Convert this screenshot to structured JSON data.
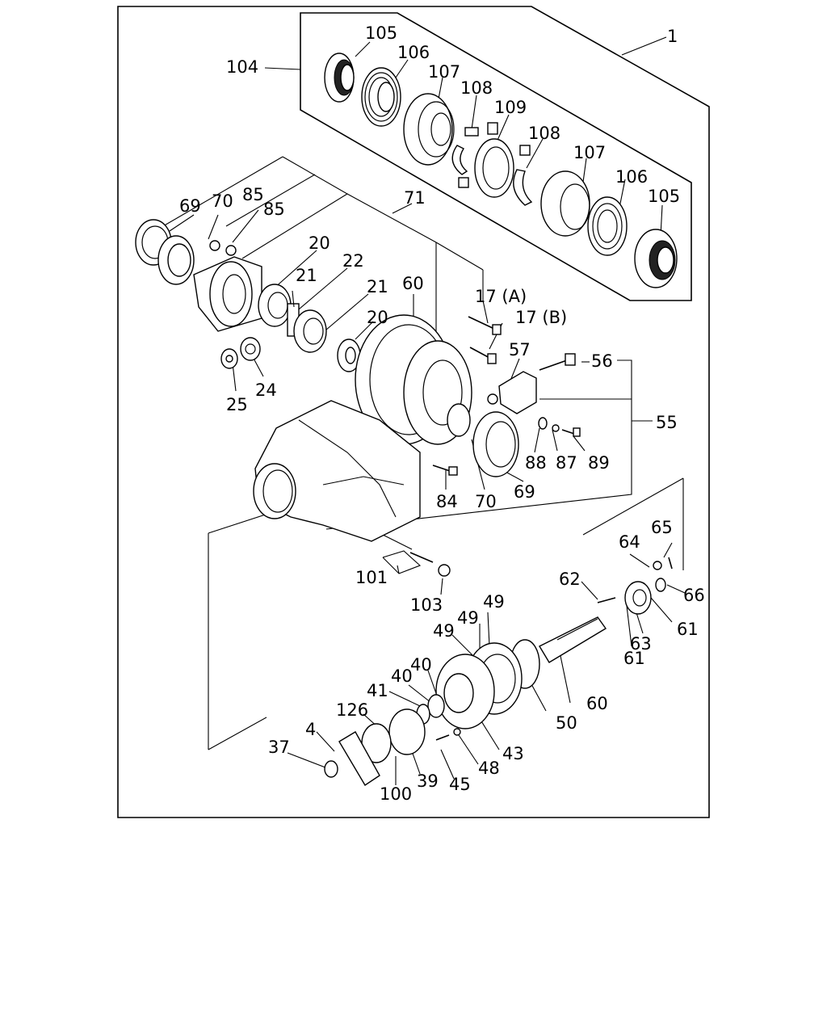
{
  "labels": {
    "l1": "1",
    "l104": "104",
    "l105a": "105",
    "l106a": "106",
    "l107a": "107",
    "l108a": "108",
    "l109": "109",
    "l108b": "108",
    "l107b": "107",
    "l106b": "106",
    "l105b": "105",
    "l69a": "69",
    "l70a": "70",
    "l85a": "85",
    "l85b": "85",
    "l71": "71",
    "l20a": "20",
    "l22": "22",
    "l21a": "21",
    "l21b": "21",
    "l60a": "60",
    "l17a": "17 (A)",
    "l17b": "17 (B)",
    "l20b": "20",
    "l57": "57",
    "l56": "56",
    "l25": "25",
    "l24": "24",
    "l55": "55",
    "l88": "88",
    "l87": "87",
    "l89": "89",
    "l84": "84",
    "l70b": "70",
    "l69b": "69",
    "l65": "65",
    "l64": "64",
    "l66": "66",
    "l62": "62",
    "l101": "101",
    "l103": "103",
    "l61a": "61",
    "l63": "63",
    "l61b": "61",
    "l49a": "49",
    "l49b": "49",
    "l49c": "49",
    "l60b": "60",
    "l40a": "40",
    "l40b": "40",
    "l41": "41",
    "l50": "50",
    "l126": "126",
    "l4": "4",
    "l43": "43",
    "l37": "37",
    "l48": "48",
    "l45": "45",
    "l39": "39",
    "l100": "100"
  }
}
